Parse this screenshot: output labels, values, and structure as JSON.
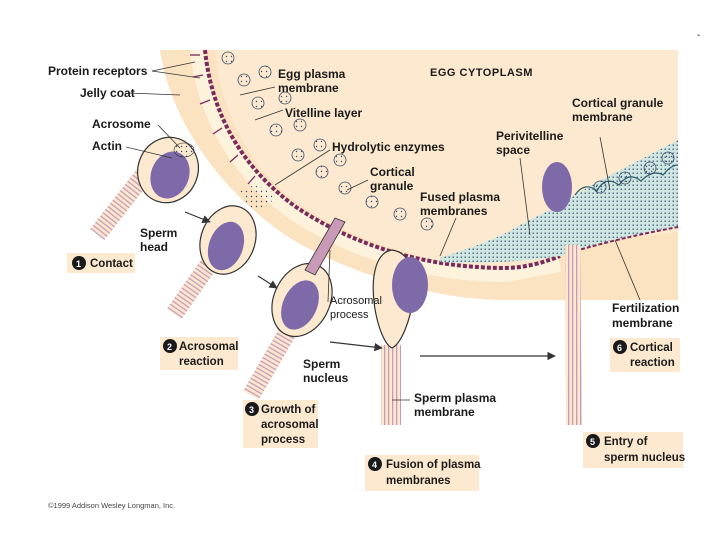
{
  "page_marker": "-",
  "region_title": "EGG CYTOPLASM",
  "labels": {
    "protein_receptors": "Protein receptors",
    "jelly_coat": "Jelly coat",
    "acrosome": "Acrosome",
    "actin": "Actin",
    "sperm_head_1": "Sperm",
    "sperm_head_2": "head",
    "egg_plasma_membrane_1": "Egg plasma",
    "egg_plasma_membrane_2": "membrane",
    "vitelline_layer": "Vitelline layer",
    "hydrolytic_enzymes": "Hydrolytic enzymes",
    "cortical_granule_1": "Cortical",
    "cortical_granule_2": "granule",
    "fused_plasma_membranes_1": "Fused plasma",
    "fused_plasma_membranes_2": "membranes",
    "perivitelline_space_1": "Perivitelline",
    "perivitelline_space_2": "space",
    "cortical_granule_membrane_1": "Cortical granule",
    "cortical_granule_membrane_2": "membrane",
    "acrosomal_process_1": "Acrosomal",
    "acrosomal_process_2": "process",
    "sperm_nucleus_1": "Sperm",
    "sperm_nucleus_2": "nucleus",
    "sperm_plasma_membrane_1": "Sperm plasma",
    "sperm_plasma_membrane_2": "membrane",
    "fertilization_membrane_1": "Fertilization",
    "fertilization_membrane_2": "membrane"
  },
  "steps": [
    {
      "number": "1",
      "line1": "Contact",
      "line2": "",
      "line3": ""
    },
    {
      "number": "2",
      "line1": "Acrosomal",
      "line2": "reaction",
      "line3": ""
    },
    {
      "number": "3",
      "line1": "Growth of",
      "line2": "acrosomal",
      "line3": "process"
    },
    {
      "number": "4",
      "line1": "Fusion of plasma",
      "line2": "membranes",
      "line3": ""
    },
    {
      "number": "5",
      "line1": "Entry of",
      "line2": "sperm nucleus",
      "line3": ""
    },
    {
      "number": "6",
      "line1": "Cortical",
      "line2": "reaction",
      "line3": ""
    }
  ],
  "copyright": "©1999 Addison Wesley Longman, Inc.",
  "colors": {
    "jelly_coat": "#fbe3c2",
    "cytoplasm": "#fde9cf",
    "vitelline_layer": "#fdf3dd",
    "egg_membrane": "#7a2a5a",
    "sperm_nucleus": "#7e6aa8",
    "perivitelline_space": "#d8ece8",
    "step_box": "#fde9cf"
  }
}
